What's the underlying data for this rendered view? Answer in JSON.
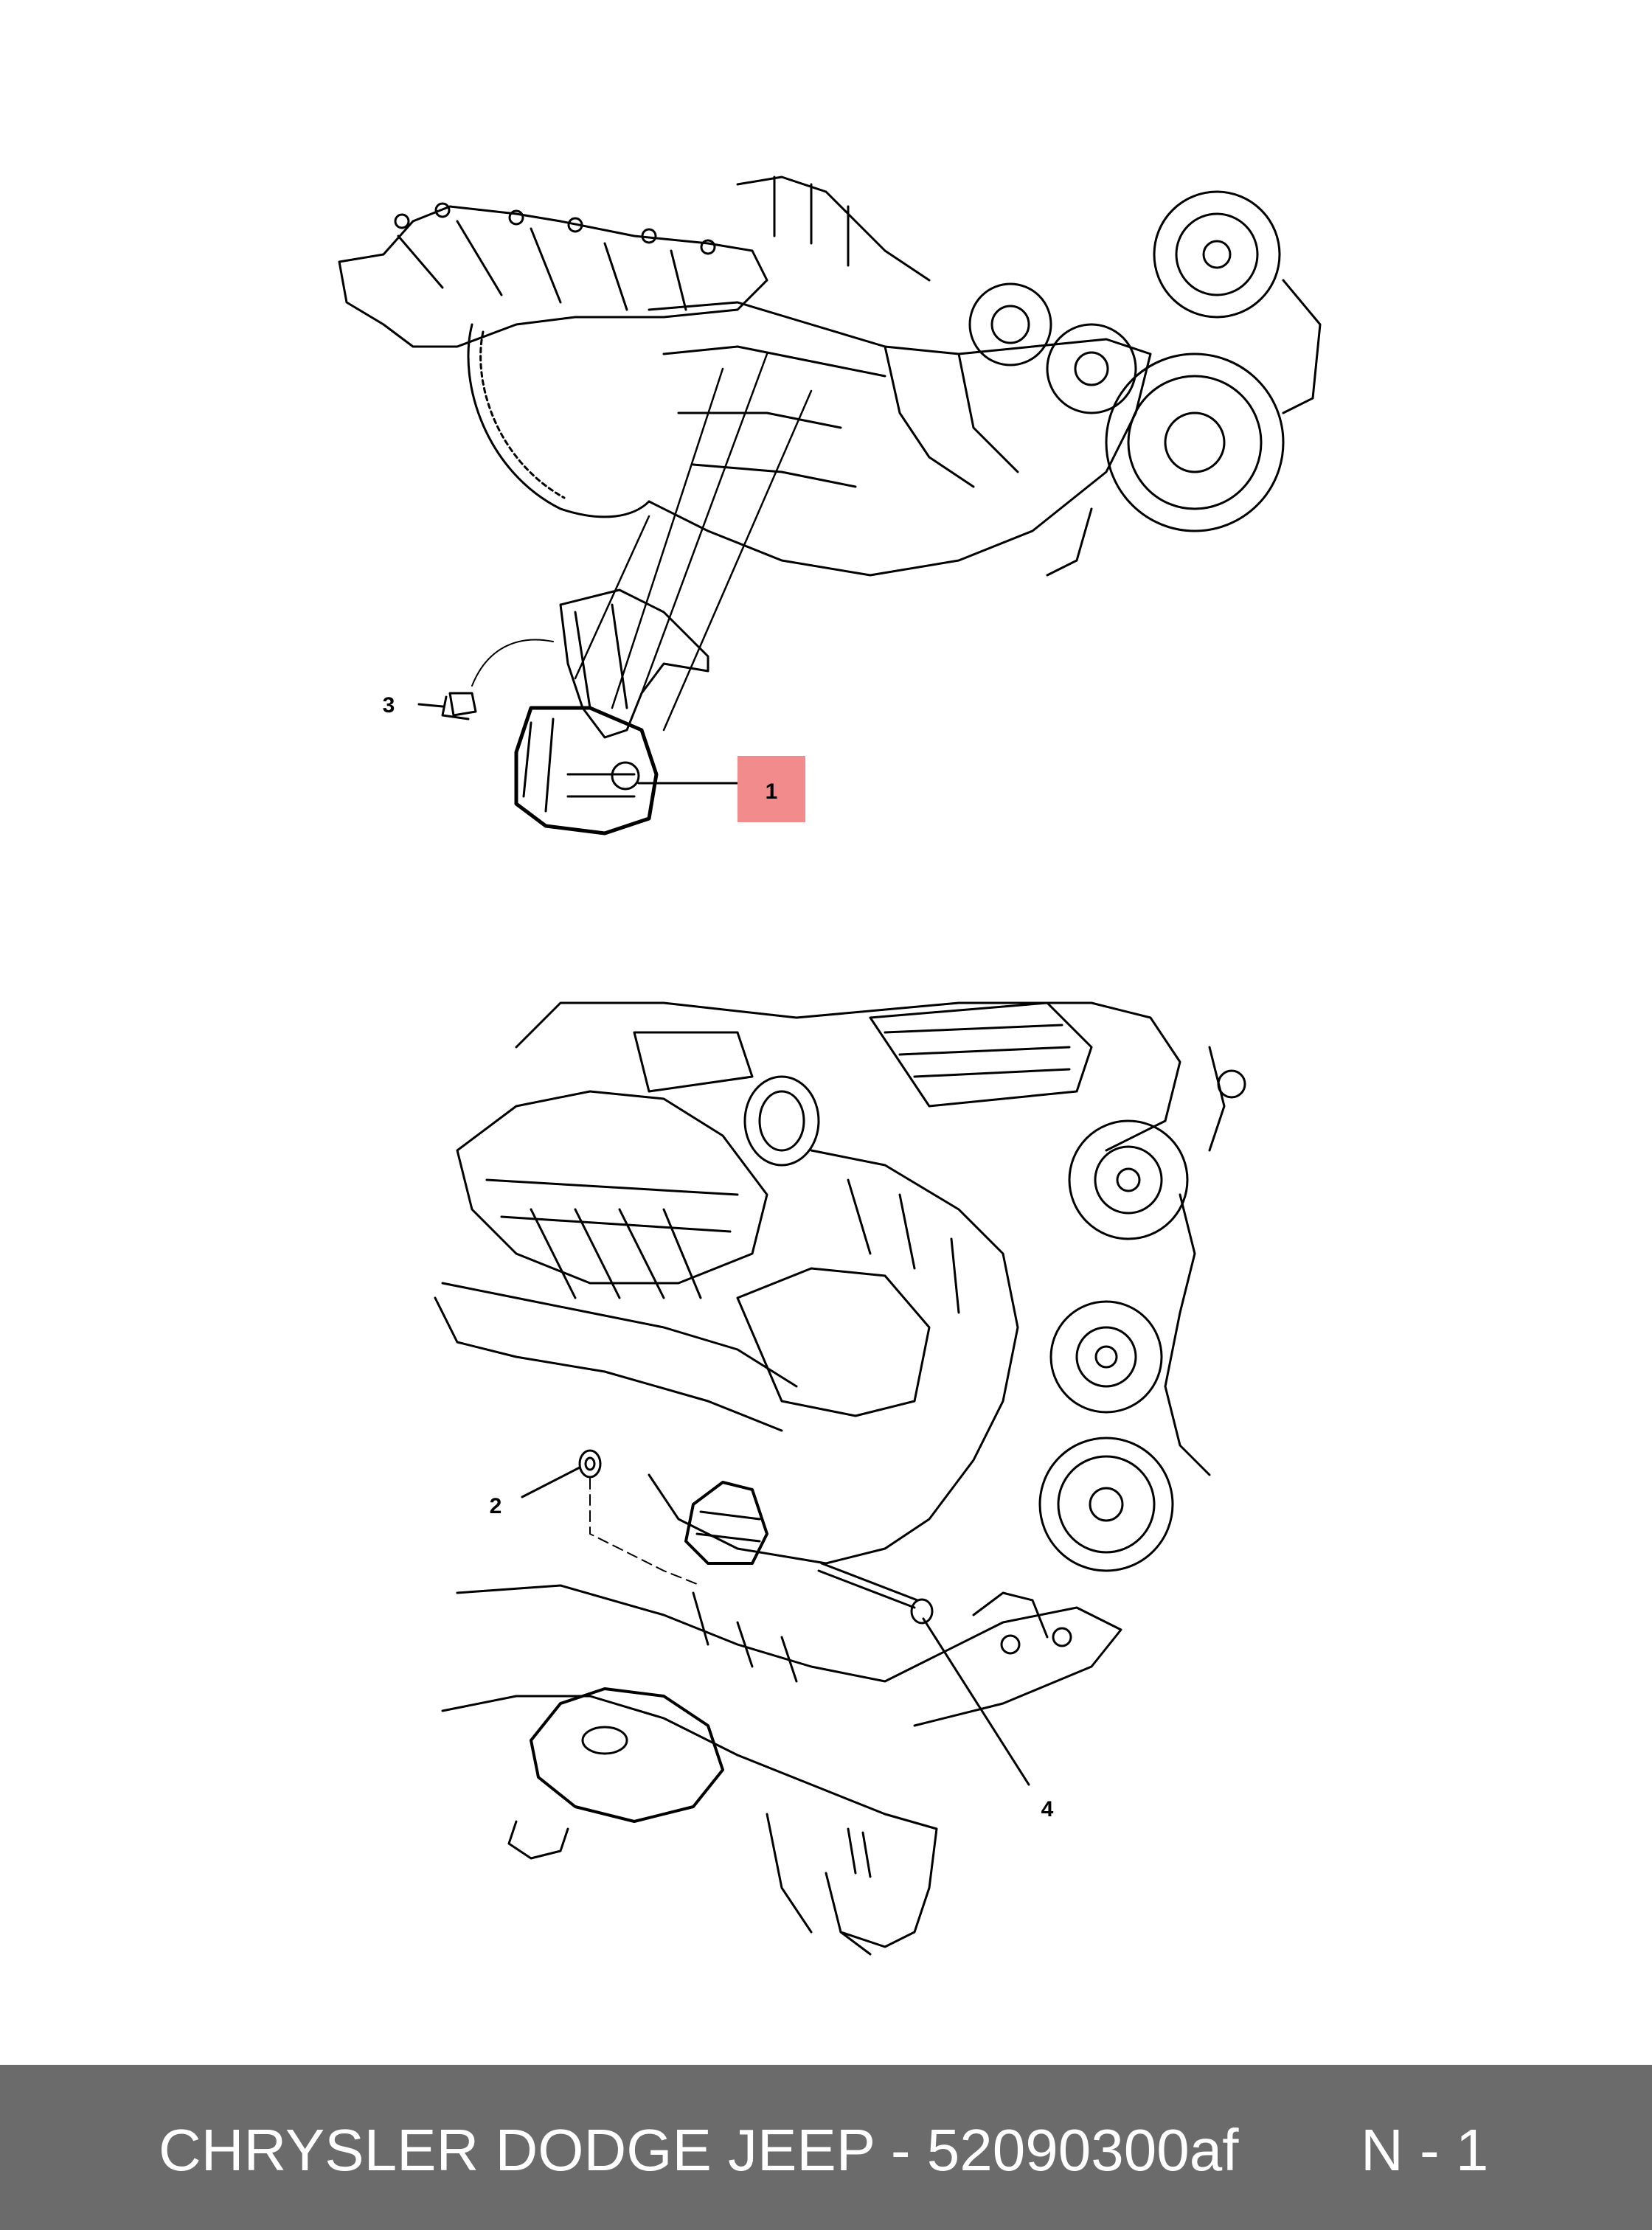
{
  "callouts": {
    "c1": "1",
    "c2": "2",
    "c3": "3",
    "c4": "4"
  },
  "highlight_color": "#f28b8b",
  "footer": {
    "title": "CHRYSLER DODGE JEEP - 52090300af",
    "page": "N - 1",
    "background": "#6b6b6b"
  }
}
